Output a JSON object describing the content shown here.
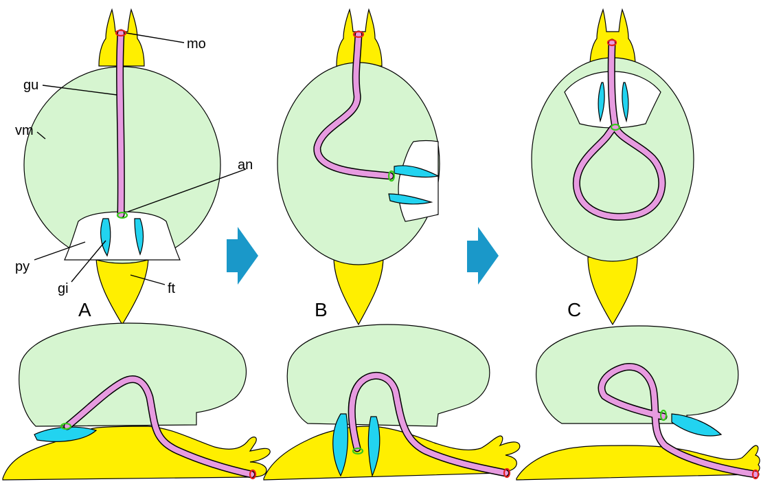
{
  "colors": {
    "visceral_mass": "#d6f5d0",
    "foot": "#ffef00",
    "gut_fill": "#e79be0",
    "gill": "#22d3f0",
    "arrow": "#1a98c9",
    "mouth_ring": "#e32020",
    "anus_ring": "#38c81c"
  },
  "labels": {
    "mo": "mo",
    "gu": "gu",
    "vm": "vm",
    "an": "an",
    "py": "py",
    "gi": "gi",
    "ft": "ft"
  },
  "panels": {
    "a": "A",
    "b": "B",
    "c": "C"
  },
  "icons": [
    "right-arrow-icon",
    "right-arrow-icon"
  ]
}
